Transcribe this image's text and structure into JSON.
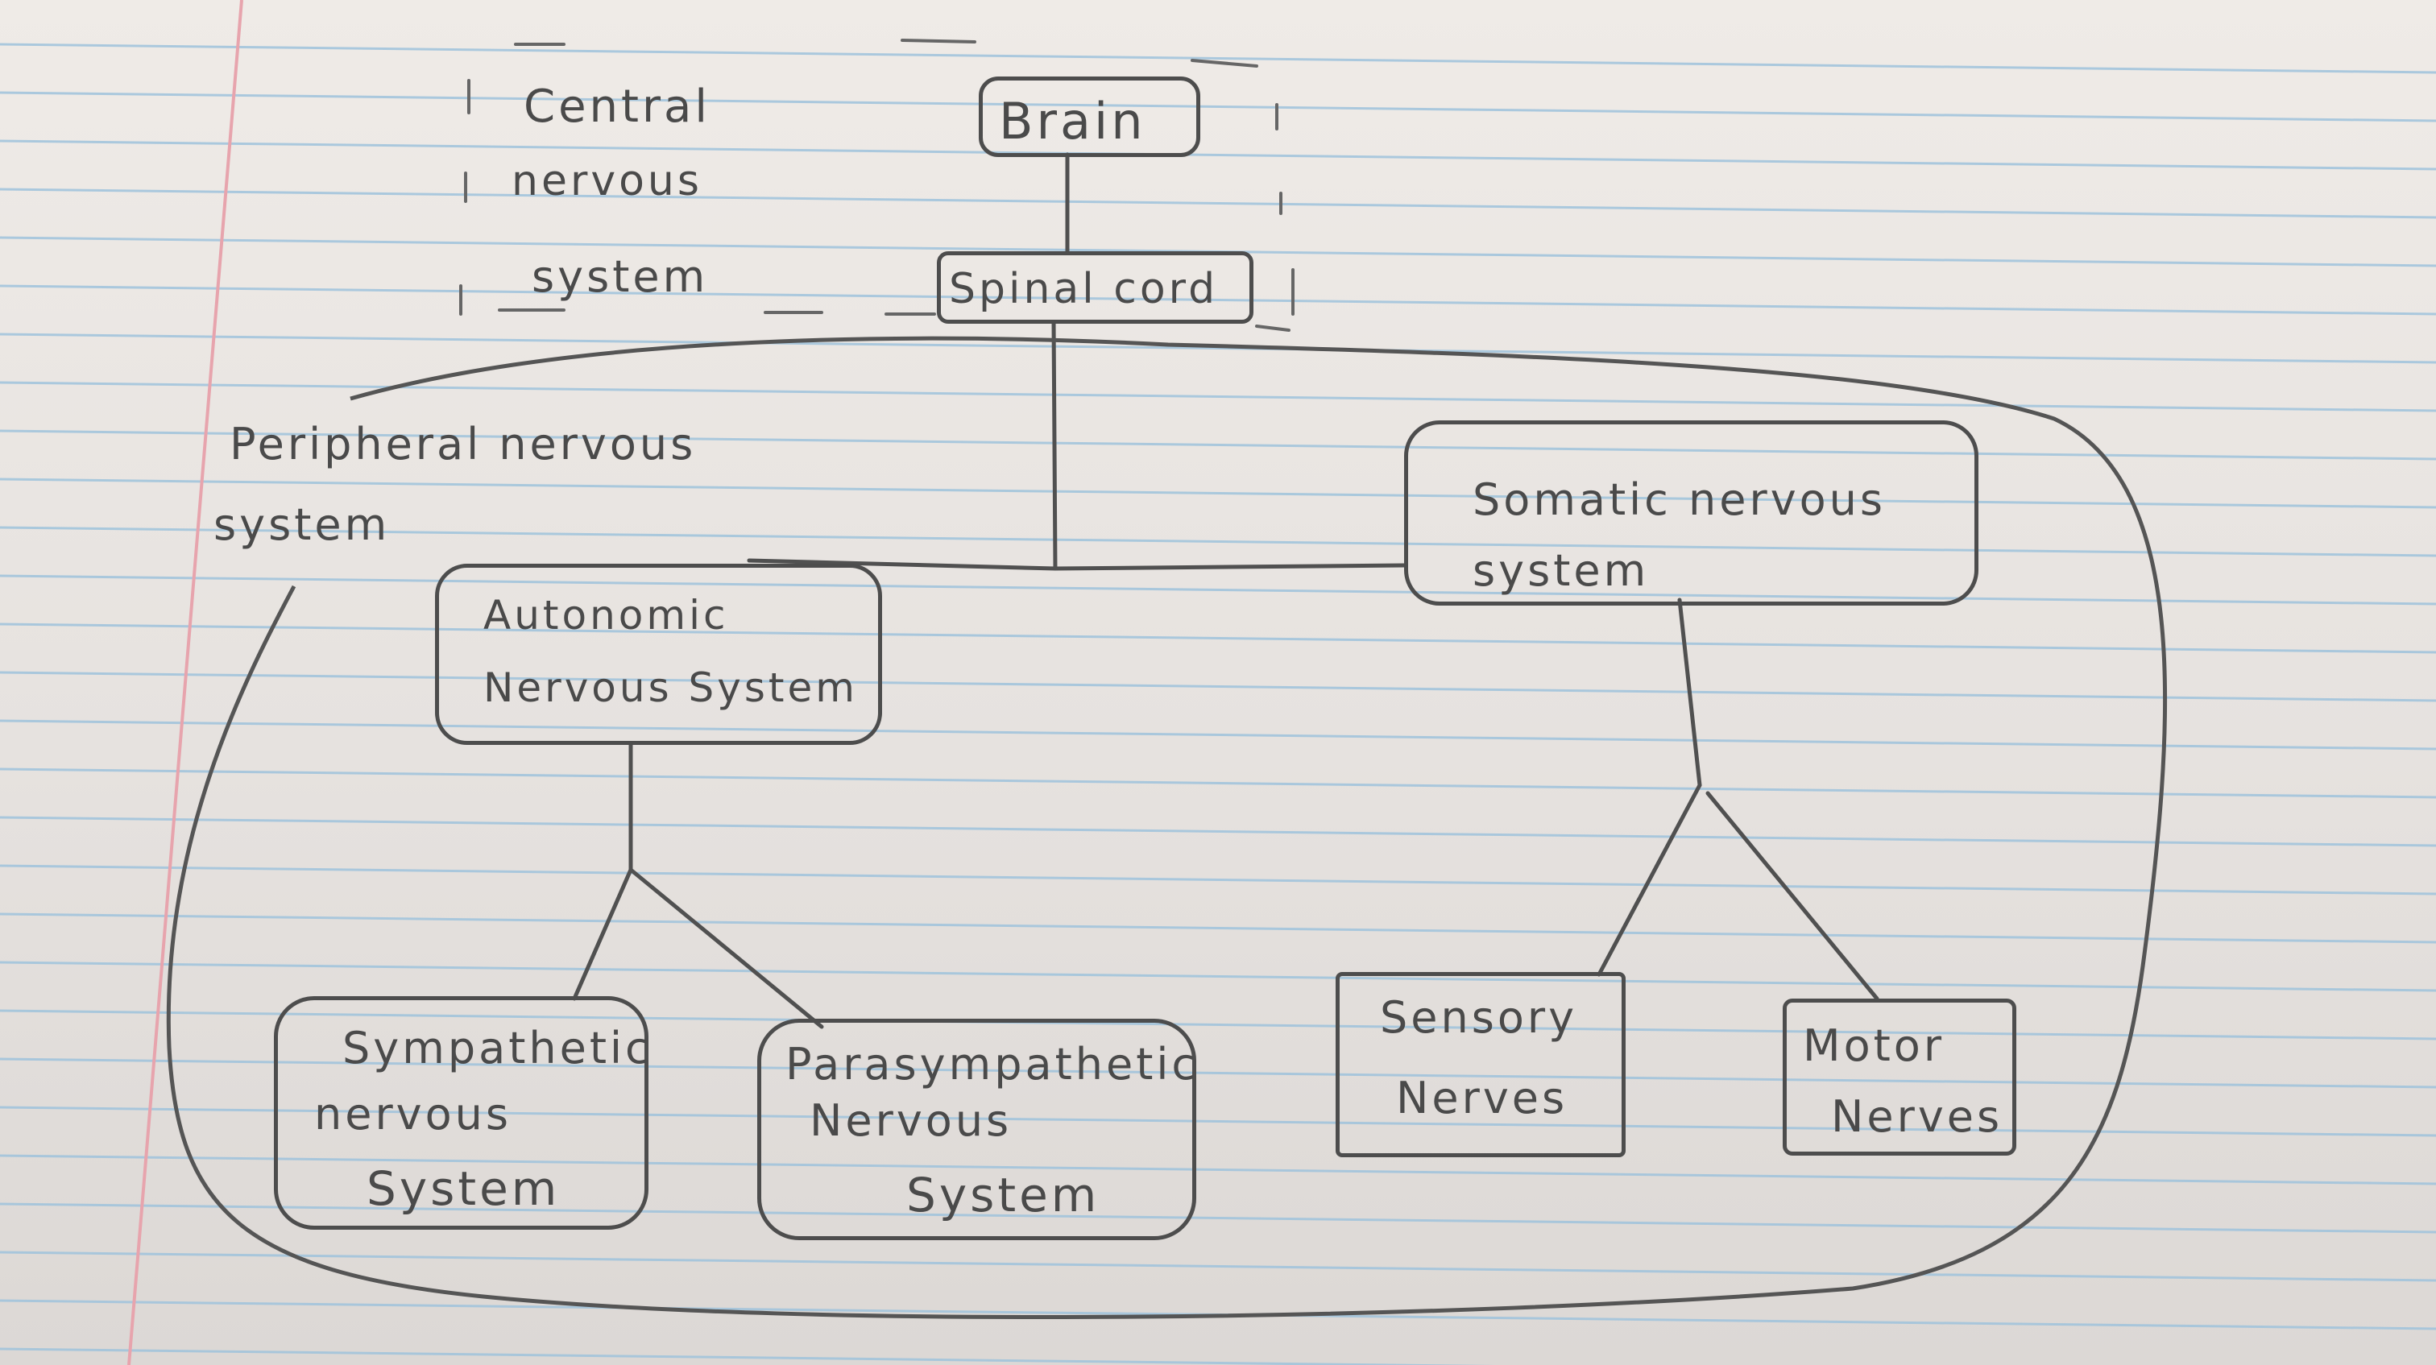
{
  "diagram": {
    "cns_label": [
      "Central",
      "nervous",
      "system"
    ],
    "pns_label": [
      "Peripheral nervous",
      "system"
    ],
    "nodes": {
      "brain": "Brain",
      "spinal_cord": "Spinal cord",
      "autonomic": [
        "Autonomic",
        "Nervous System"
      ],
      "somatic": [
        "Somatic nervous",
        "system"
      ],
      "sympathetic": [
        "Sympathetic",
        "nervous",
        "System"
      ],
      "parasympathetic": [
        "Parasympathetic",
        "Nervous",
        "System"
      ],
      "sensory": [
        "Sensory",
        "Nerves"
      ],
      "motor": [
        "Motor",
        "Nerves"
      ]
    },
    "colors": {
      "pencil": "#4d4d4d",
      "paper": "#e9e5e1",
      "rule_line": "#9fc3dc",
      "margin_line": "#e7a4ad"
    }
  }
}
